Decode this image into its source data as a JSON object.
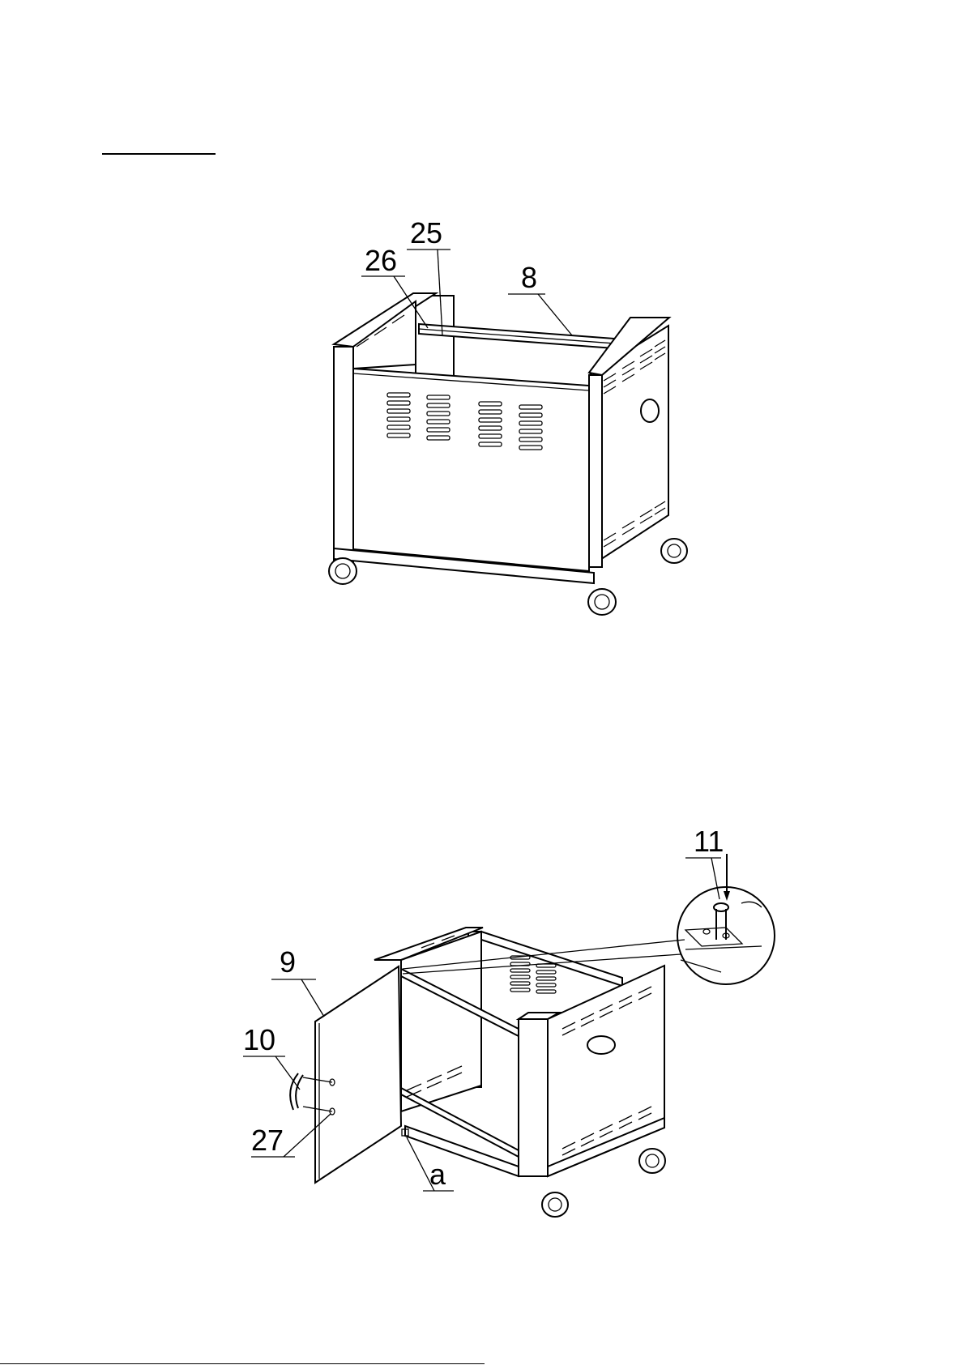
{
  "step_top": {
    "callouts": [
      "25",
      "26",
      "8"
    ]
  },
  "step_bottom": {
    "callouts": [
      "11",
      "9",
      "10",
      "27",
      "a"
    ]
  },
  "icons": [
    "wheel-icon",
    "vent-slots-icon",
    "detail-magnifier-icon"
  ]
}
